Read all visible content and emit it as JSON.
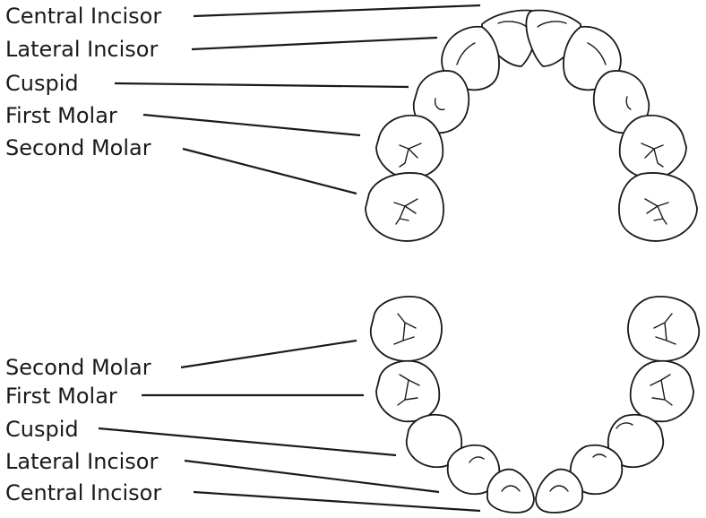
{
  "upper_arch": {
    "labels": {
      "central_incisor": "Central Incisor",
      "lateral_incisor": "Lateral Incisor",
      "cuspid": "Cuspid",
      "first_molar": "First Molar",
      "second_molar": "Second Molar"
    }
  },
  "lower_arch": {
    "labels": {
      "second_molar": "Second Molar",
      "first_molar": "First Molar",
      "cuspid": "Cuspid",
      "lateral_incisor": "Lateral Incisor",
      "central_incisor": "Central Incisor"
    }
  }
}
